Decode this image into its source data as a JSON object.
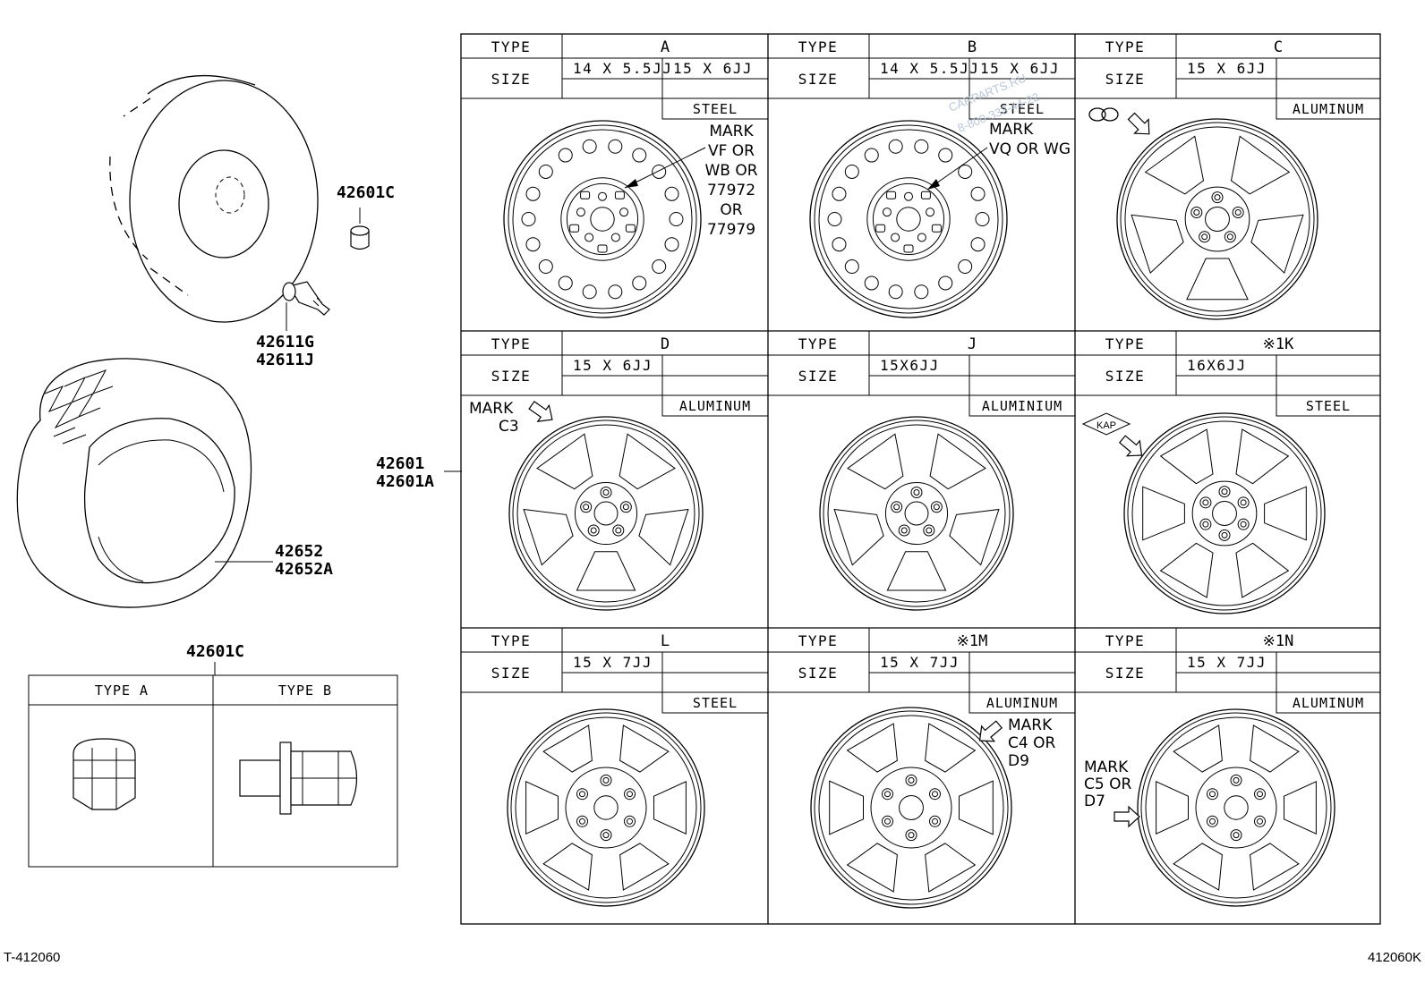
{
  "header": {
    "type_label": "TYPE",
    "size_label": "SIZE"
  },
  "wheels": [
    {
      "type": "A",
      "sizes": [
        "14 X 5.5JJ",
        "15 X 6JJ"
      ],
      "material": "STEEL",
      "mark": [
        "MARK",
        "VF OR",
        "WB OR",
        "77972",
        "OR",
        "77979"
      ]
    },
    {
      "type": "B",
      "sizes": [
        "14 X 5.5JJ",
        "15 X 6JJ"
      ],
      "material": "STEEL",
      "mark": [
        "MARK",
        "VQ OR WG"
      ]
    },
    {
      "type": "C",
      "sizes": [
        "15 X 6JJ"
      ],
      "material": "ALUMINUM",
      "mark": []
    },
    {
      "type": "D",
      "sizes": [
        "15 X 6JJ"
      ],
      "material": "ALUMINUM",
      "mark": [
        "MARK",
        "C3"
      ]
    },
    {
      "type": "J",
      "sizes": [
        "15X6JJ"
      ],
      "material": "ALUMINIUM",
      "mark": []
    },
    {
      "type": "※1K",
      "sizes": [
        "16X6JJ"
      ],
      "material": "STEEL",
      "mark": [],
      "emblem": "KAP"
    },
    {
      "type": "L",
      "sizes": [
        "15 X 7JJ"
      ],
      "material": "STEEL",
      "mark": []
    },
    {
      "type": "※1M",
      "sizes": [
        "15 X 7JJ"
      ],
      "material": "ALUMINUM",
      "mark": [
        "MARK",
        "C4 OR",
        "D9"
      ]
    },
    {
      "type": "※1N",
      "sizes": [
        "15 X 7JJ"
      ],
      "material": "ALUMINUM",
      "mark": [
        "MARK",
        "C5 OR",
        "D7"
      ]
    }
  ],
  "parts": {
    "cap_nut": "42601C",
    "valve_1": "42611G",
    "valve_2": "42611J",
    "tire_1": "42652",
    "tire_2": "42652A",
    "wheel_1": "42601",
    "wheel_2": "42601A",
    "nut_box": "42601C",
    "nut_type_a": "TYPE  A",
    "nut_type_b": "TYPE  B"
  },
  "footer": {
    "left_code": "T-412060",
    "right_code": "412060K"
  },
  "watermark": [
    "CARPARTS.RU",
    "8-800-333-44-22"
  ]
}
